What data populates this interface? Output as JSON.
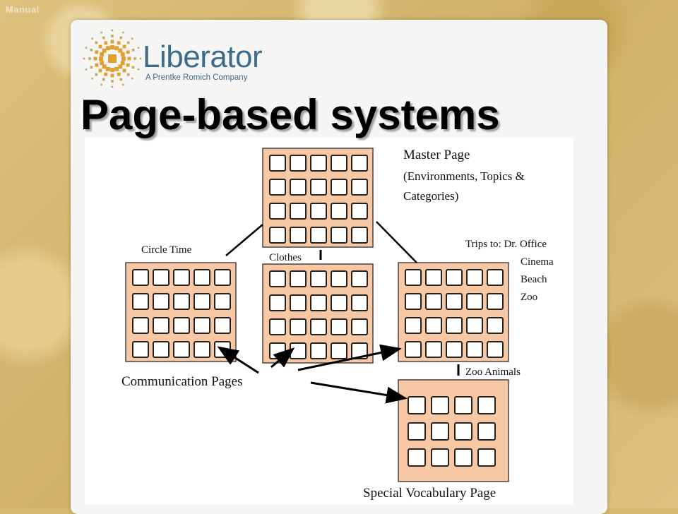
{
  "watermark": "Manual",
  "logo": {
    "name": "Liberator",
    "tagline": "A Prentke Romich Company",
    "colors": {
      "mark": "#e0a030",
      "text": "#3d6b8a"
    }
  },
  "slide_title": "Page-based systems",
  "diagram": {
    "pages": {
      "master": {
        "label_title": "Master Page",
        "label_line2": "(Environments, Topics &",
        "label_line3": "Categories)"
      },
      "circle_time": {
        "label": "Circle Time"
      },
      "clothes": {
        "label": "Clothes"
      },
      "trips": {
        "label": "Trips to: Dr. Office",
        "items": [
          "Cinema",
          "Beach",
          "Zoo"
        ]
      },
      "zoo_animals": {
        "label": "Zoo Animals"
      },
      "communication_label": "Communication Pages",
      "special_label": "Special Vocabulary Page"
    },
    "colors": {
      "page_fill": "#f8c7a4",
      "page_border": "#444444",
      "cell_fill": "#ffffff",
      "line": "#000000"
    }
  }
}
